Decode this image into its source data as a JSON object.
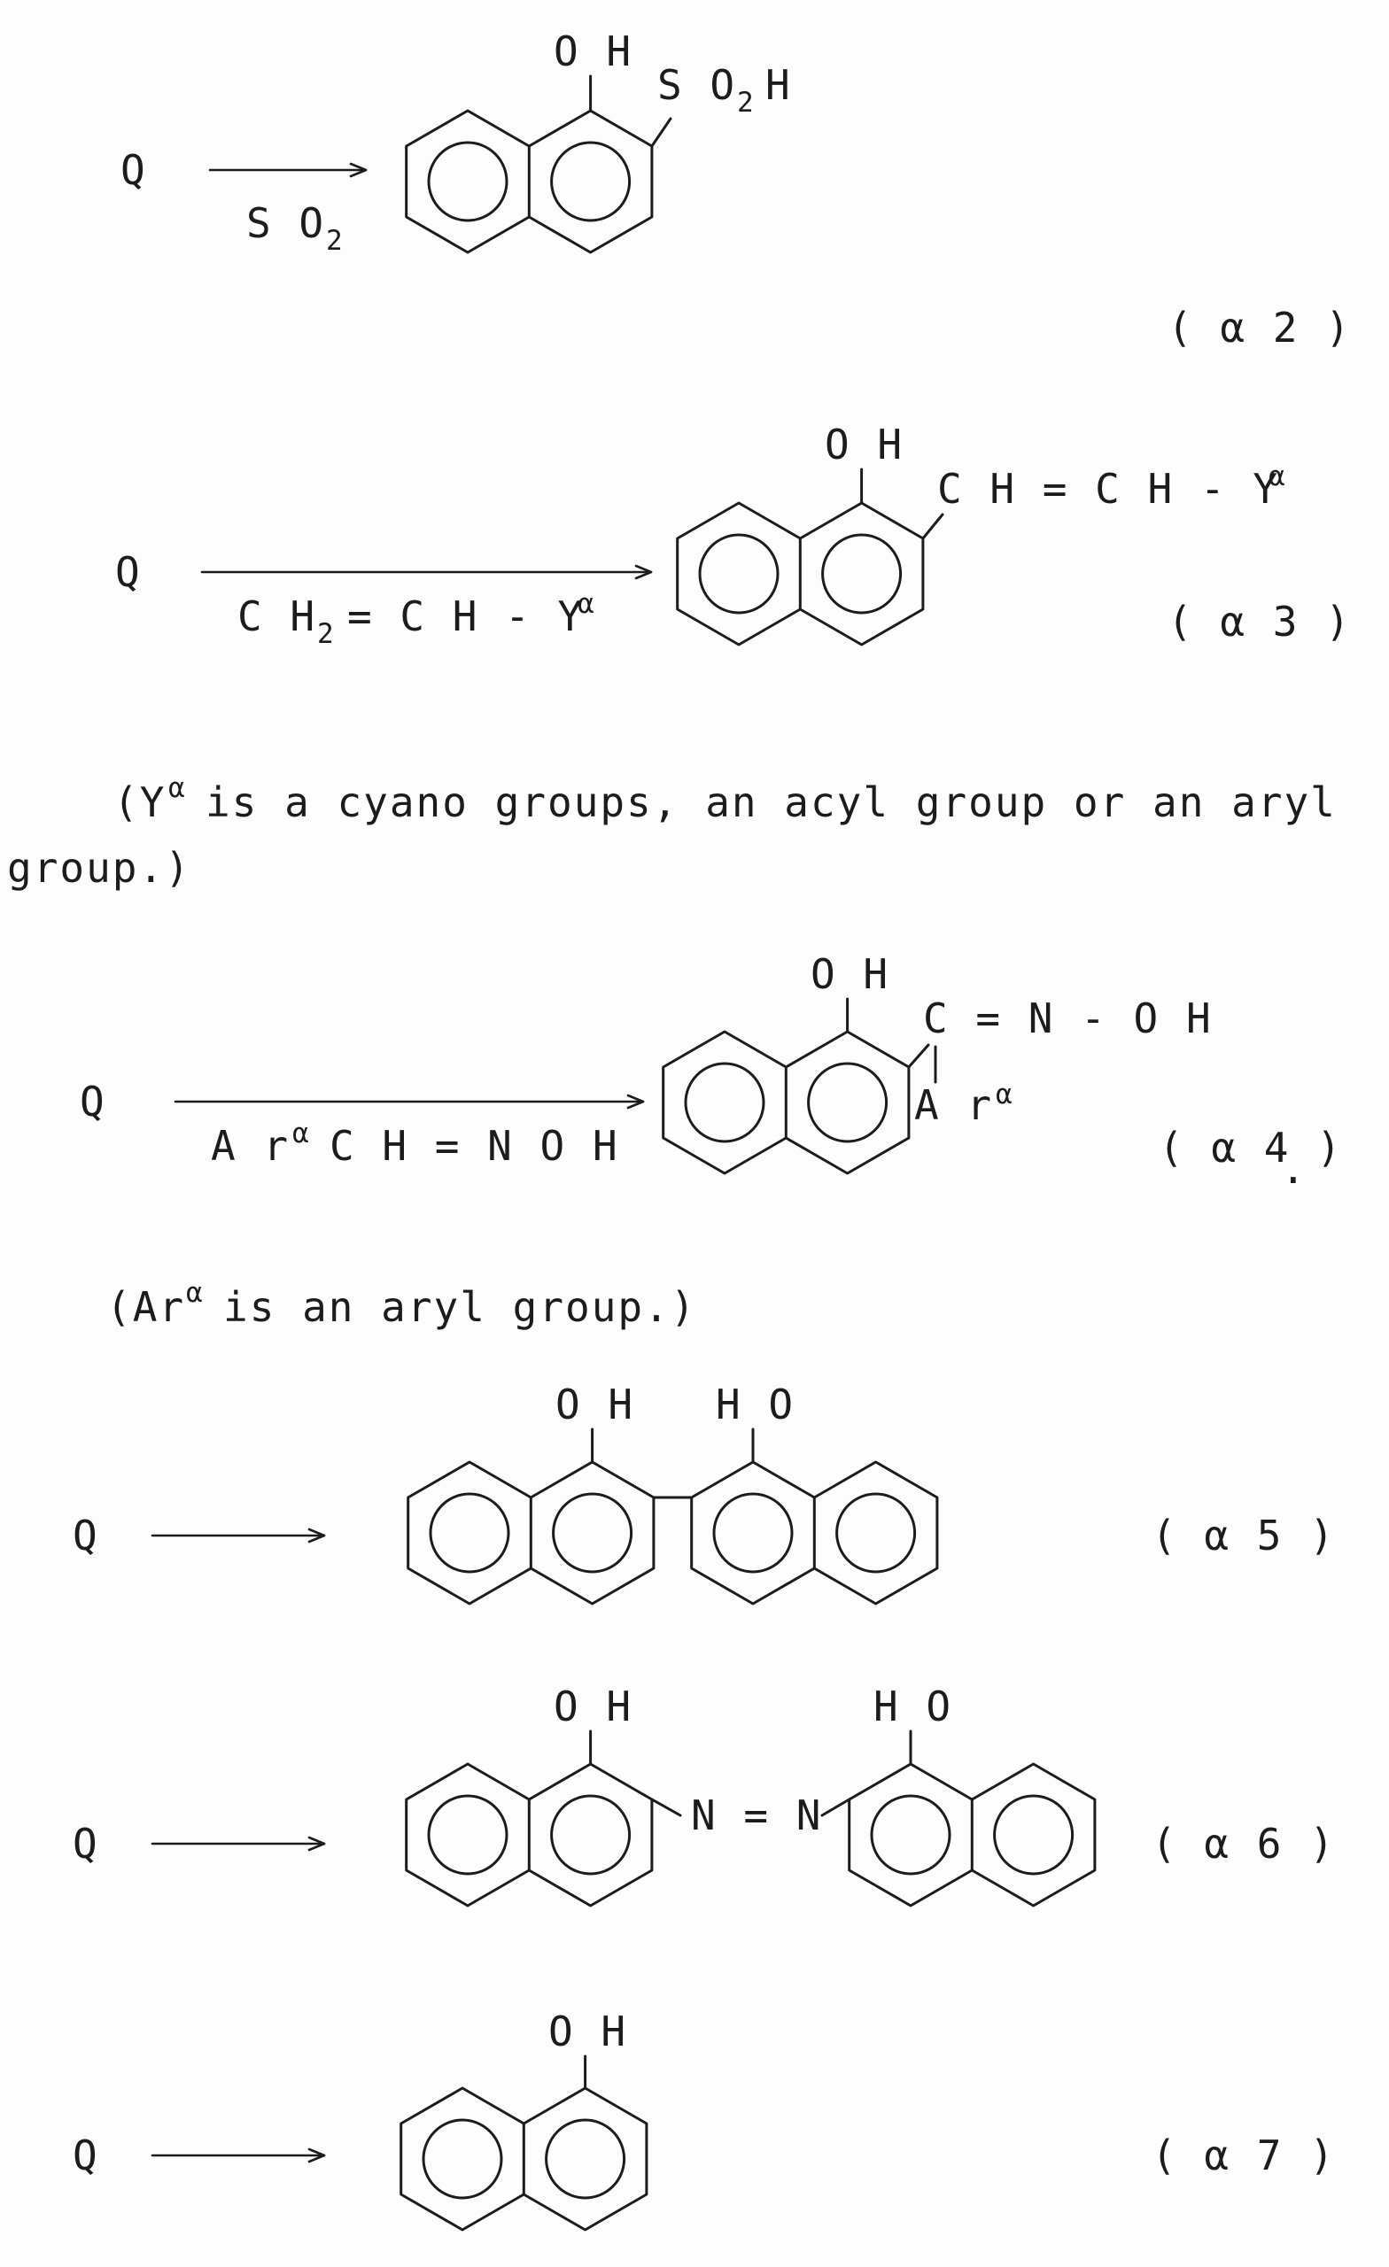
{
  "page": {
    "background": "#fdfdfb",
    "ink": "#1c1c1c",
    "description_icon": "chemical-reaction-scheme"
  },
  "reaction_a2": {
    "reactant": "Q",
    "arrow_reagent_main": "S O",
    "arrow_reagent_sub": "2",
    "hydroxyl": "O H",
    "substituent_main": "S O",
    "substituent_sub": "2",
    "substituent_tail": "H",
    "tag": "( α 2 )"
  },
  "reaction_a3": {
    "reactant": "Q",
    "arrow_reagent_pre": "C H",
    "arrow_reagent_sub": "2",
    "arrow_reagent_post": "= C H - Y",
    "arrow_reagent_sup": "α",
    "hydroxyl": "O H",
    "substituent_main": "C H = C H - Y",
    "substituent_sup": "α",
    "tag": "( α 3 )"
  },
  "note_y": {
    "open": "(Y",
    "sup": "α",
    "line1_rest": "is a cyano groups, an acyl group or an aryl",
    "line2": "group.)"
  },
  "reaction_a4": {
    "reactant": "Q",
    "arrow_reagent_pre": "A r",
    "arrow_reagent_sup": "α",
    "arrow_reagent_post": "C H = N O H",
    "hydroxyl": "O H",
    "oxime": "C = N - O H",
    "aryl_main": "A r",
    "aryl_sup": "α",
    "tag": "( α 4 )",
    "stray_period": "."
  },
  "note_ar": {
    "open": "(Ar",
    "sup": "α",
    "rest": "is an aryl group.)"
  },
  "reaction_a5": {
    "reactant": "Q",
    "hydroxyl_left": "O H",
    "hydroxyl_right": "H O",
    "tag": "( α 5 )"
  },
  "reaction_a6": {
    "reactant": "Q",
    "hydroxyl_left": "O H",
    "hydroxyl_right": "H O",
    "azo": "N = N",
    "tag": "( α 6 )"
  },
  "reaction_a7": {
    "reactant": "Q",
    "hydroxyl": "O H",
    "tag": "( α 7 )"
  }
}
